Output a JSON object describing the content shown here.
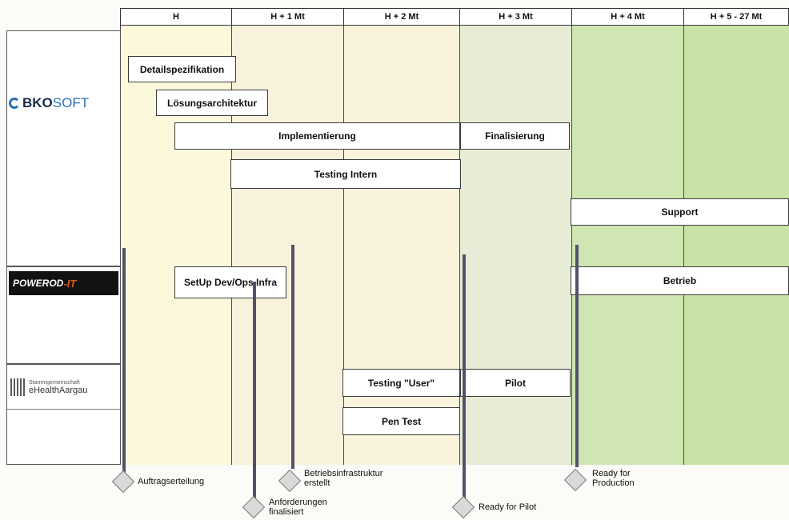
{
  "header": {
    "caption": "",
    "columns": [
      "H",
      "H + 1 Mt",
      "H + 2 Mt",
      "H + 3 Mt",
      "H + 4 Mt",
      "H + 5 - 27 Mt"
    ]
  },
  "organisations": {
    "bkosoft_a": "BKO",
    "bkosoft_b": "SOFT",
    "powerod_a": "POWEROD",
    "powerod_b": "-IT",
    "ehealth_line1": "Stammgemeinschaft",
    "ehealth_line2": "eHealthAargau"
  },
  "tasks": {
    "detailspezifikation": "Detailspezifikation",
    "loesungsarchitektur": "Lösungsarchitektur",
    "implementierung": "Implementierung",
    "finalisierung": "Finalisierung",
    "testing_intern": "Testing Intern",
    "support": "Support",
    "setup_devops": "SetUp Dev/Ops Infra",
    "betrieb": "Betrieb",
    "testing_user": "Testing \"User\"",
    "pilot": "Pilot",
    "pen_test": "Pen Test"
  },
  "milestones": {
    "auftragserteilung": "Auftragserteilung",
    "betriebsinfrastruktur": "Betriebsinfrastruktur erstellt",
    "anforderungen": "Anforderungen finalisiert",
    "ready_for_pilot": "Ready for Pilot",
    "ready_for_production": "Ready for Production"
  },
  "colors": {
    "phase_h": "#fbf8dc",
    "phase_h1": "#f8f2dc",
    "phase_h2": "#f9f3dc",
    "phase_h3": "#e6ecd6",
    "phase_h4": "#cfe6b2",
    "phase_h5": "#c8e3a6",
    "milestone_line": "#55506a",
    "bkosoft_blue": "#2b6fb6",
    "powerod_orange": "#e05a1d"
  }
}
